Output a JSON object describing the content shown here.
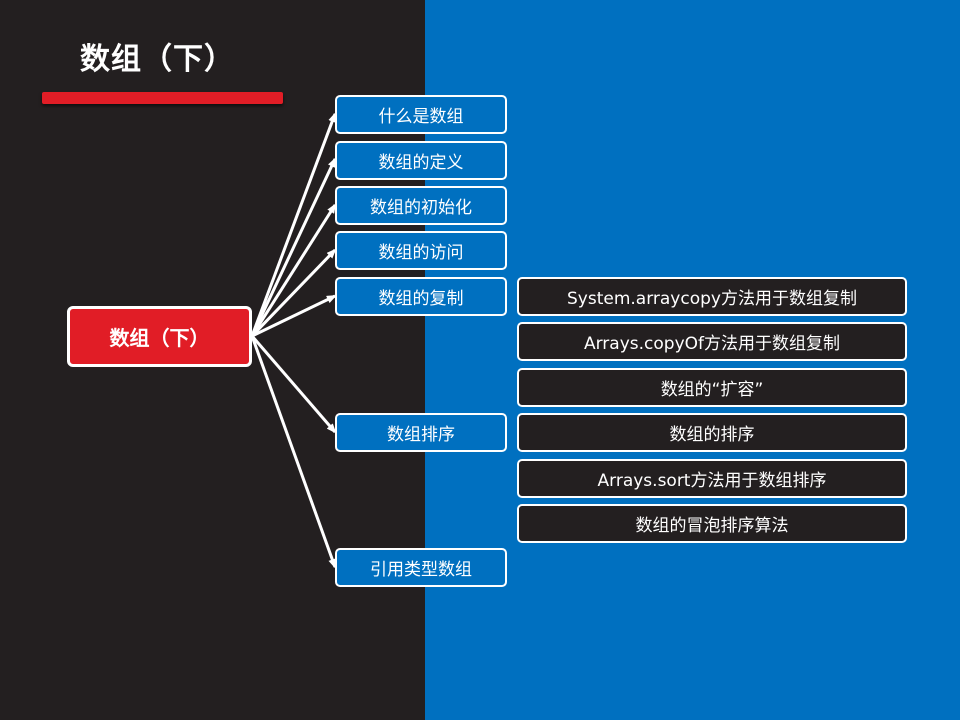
{
  "slide": {
    "title": "数组（下）"
  },
  "colors": {
    "dark_background": "#231f20",
    "blue_background": "#0070c0",
    "accent_red": "#e11d26",
    "node_border": "#ffffff"
  },
  "mindmap": {
    "root": "数组（下）",
    "branches": [
      {
        "label": "什么是数组"
      },
      {
        "label": "数组的定义"
      },
      {
        "label": "数组的初始化"
      },
      {
        "label": "数组的访问"
      },
      {
        "label": "数组的复制",
        "children": [
          "System.arraycopy方法用于数组复制",
          "Arrays.copyOf方法用于数组复制",
          "数组的“扩容”"
        ]
      },
      {
        "label": "数组排序",
        "children": [
          "数组的排序",
          "Arrays.sort方法用于数组排序",
          "数组的冒泡排序算法"
        ]
      },
      {
        "label": "引用类型数组"
      }
    ]
  }
}
